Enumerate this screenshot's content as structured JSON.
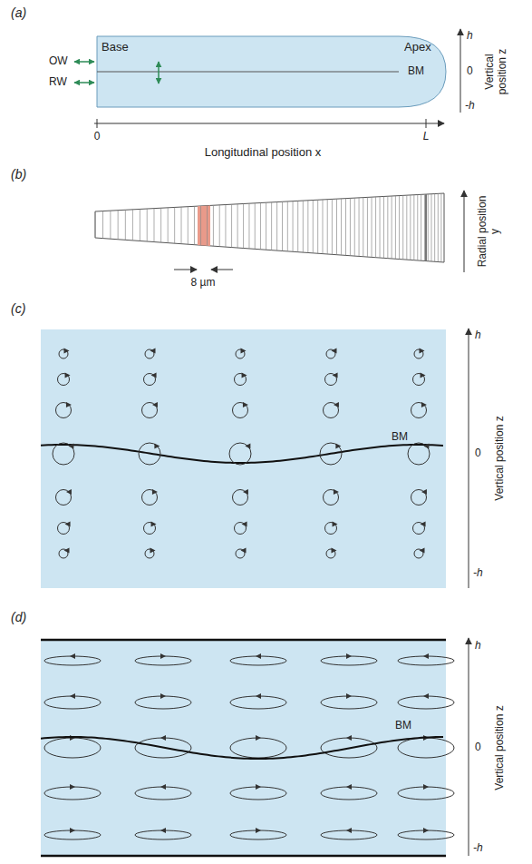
{
  "diagram": {
    "labels": [
      "(a)",
      "Base",
      "Apex",
      "OW",
      "RW",
      "BM",
      "h",
      "0",
      "-h",
      "Vertical position z",
      "0",
      "L",
      "Longitudinal position x",
      "(b)",
      "8 µm",
      "Radial position y",
      "(c)",
      "BM",
      "h",
      "0",
      "-h",
      "Vertical position z",
      "(d)",
      "BM",
      "h",
      "0",
      "-h",
      "Vertical position z"
    ]
  }
}
